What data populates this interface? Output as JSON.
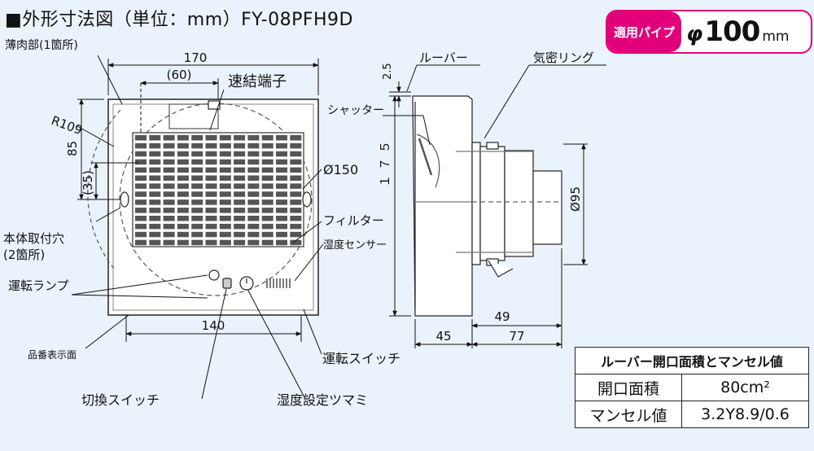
{
  "title": "■外形寸法図（単位：mm）FY-08PFH9D",
  "pipe": {
    "label": "適用パイプ",
    "phi": "φ",
    "value": "100",
    "unit": "mm"
  },
  "labels": {
    "thin_part": "薄肉部(1箇所)",
    "dim_170": "170",
    "dim_60": "(60)",
    "quick_terminal": "速結端子",
    "r109": "R109",
    "dim_85": "85",
    "dim_35": "(35)",
    "dia_150": "Ø150",
    "filter": "フィルター",
    "humidity_sensor": "湿度センサー",
    "mounting_hole_1": "本体取付穴",
    "mounting_hole_2": "(2箇所)",
    "run_lamp": "運転ランプ",
    "dim_140": "140",
    "product_label_side": "品番表示面",
    "run_switch": "運転スイッチ",
    "selector_switch": "切換スイッチ",
    "humidity_knob": "湿度設定ツマミ",
    "dim_2_5": "2.5",
    "louver": "ルーバー",
    "airtight_ring": "気密リング",
    "shutter": "シャッター",
    "dim_175": "１７５",
    "dia_95": "Ø95",
    "dim_49": "49",
    "dim_45": "45",
    "dim_77": "77"
  },
  "table": {
    "header": "ルーバー開口面積とマンセル値",
    "rows": [
      {
        "label": "開口面積",
        "value": "80cm²"
      },
      {
        "label": "マンセル値",
        "value": "3.2Y8.9/0.6"
      }
    ]
  }
}
